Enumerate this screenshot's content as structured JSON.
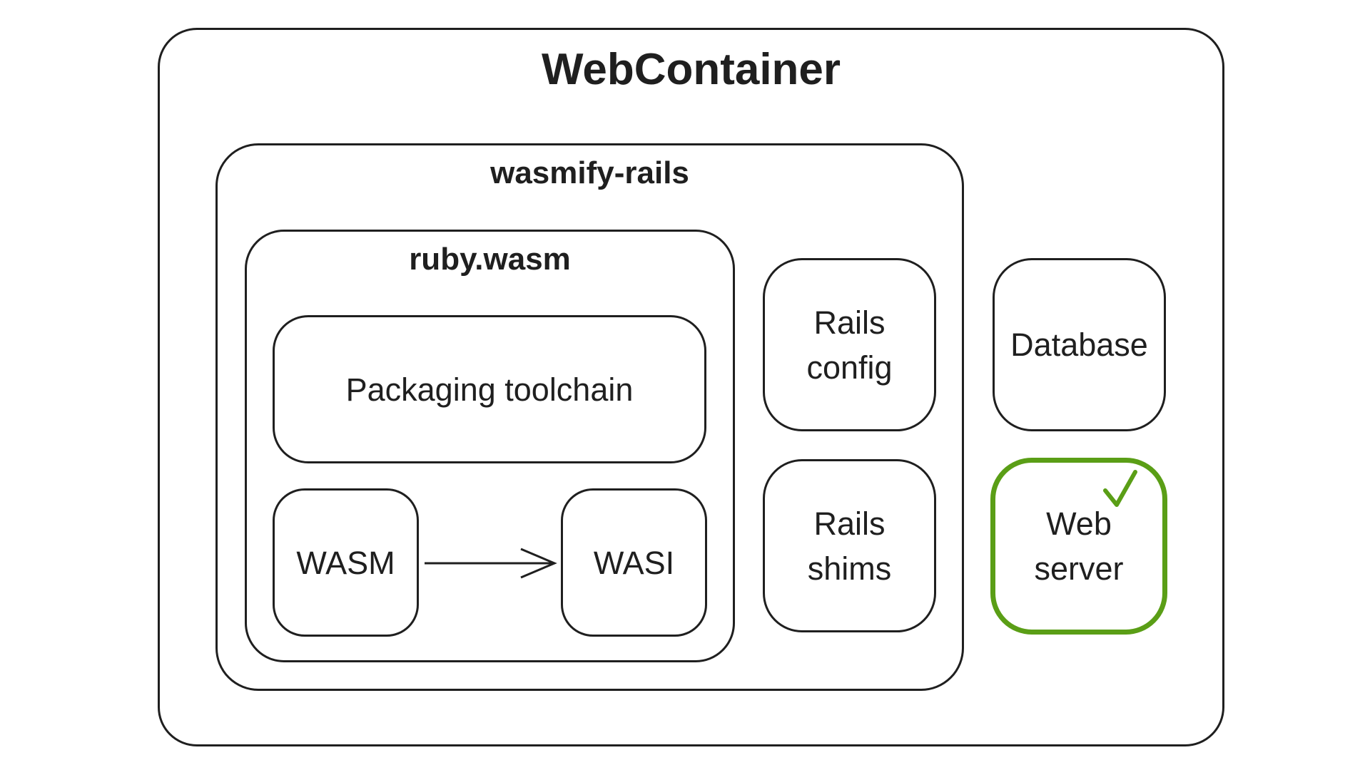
{
  "diagram": {
    "outer": {
      "title": "WebContainer"
    },
    "wasmify": {
      "title": "wasmify-rails"
    },
    "ruby_wasm": {
      "title": "ruby.wasm"
    },
    "packaging": {
      "label": "Packaging toolchain"
    },
    "wasm": {
      "label": "WASM"
    },
    "wasi": {
      "label": "WASI"
    },
    "rails_config": {
      "line1": "Rails",
      "line2": "config"
    },
    "rails_shims": {
      "line1": "Rails",
      "line2": "shims"
    },
    "database": {
      "label": "Database"
    },
    "web_server": {
      "line1": "Web",
      "line2": "server",
      "status_icon": "check-icon",
      "accent_color": "#5a9e16"
    }
  },
  "colors": {
    "stroke": "#1f1f1f",
    "accent": "#5a9e16",
    "background": "#ffffff"
  }
}
